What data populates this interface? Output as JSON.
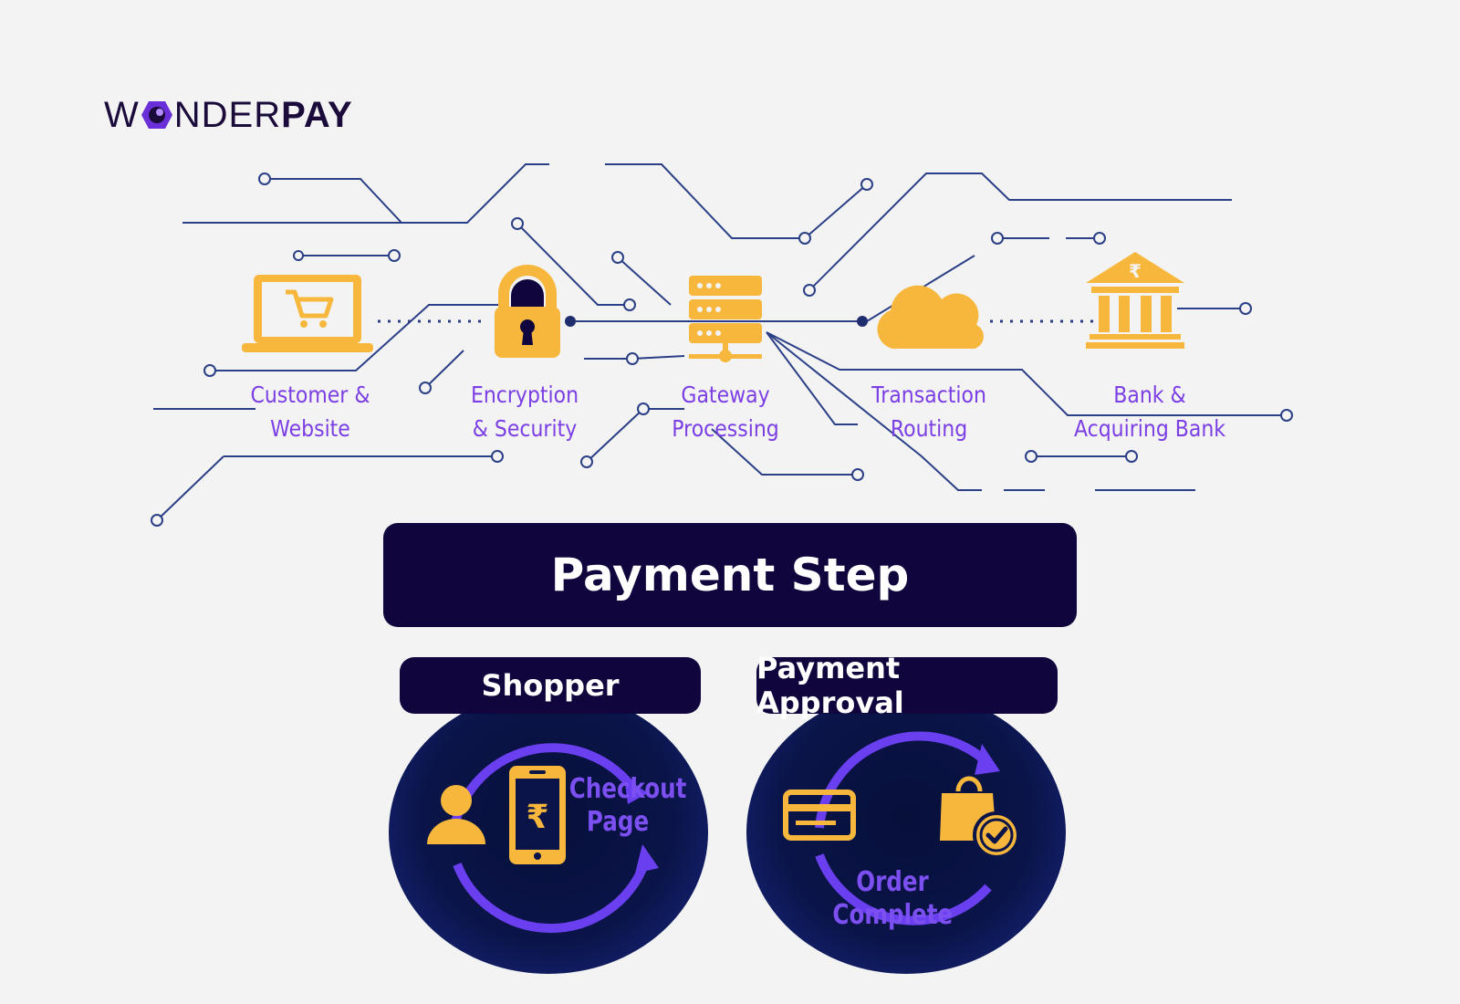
{
  "brand": {
    "logo_prefix": "W",
    "logo_middle": "NDER",
    "logo_suffix": "PAY",
    "primary_color": "#10063d",
    "accent_color": "#7b3fe4",
    "icon_color": "#f6b73c"
  },
  "flow": {
    "nodes": [
      {
        "label_line1": "Customer &",
        "label_line2": "Website",
        "icon": "laptop-cart-icon"
      },
      {
        "label_line1": "Encryption",
        "label_line2": "& Security",
        "icon": "padlock-icon"
      },
      {
        "label_line1": "Gateway",
        "label_line2": "Processing",
        "icon": "server-icon"
      },
      {
        "label_line1": "Transaction",
        "label_line2": "Routing",
        "icon": "cloud-icon"
      },
      {
        "label_line1": "Bank &",
        "label_line2": "Acquiring Bank",
        "icon": "bank-icon"
      }
    ]
  },
  "step": {
    "title": "Payment Step"
  },
  "stages": [
    {
      "pill": "Shopper",
      "text_line1": "Checkout",
      "text_line2": "Page",
      "icons": [
        "user-icon",
        "phone-rupee-icon"
      ]
    },
    {
      "pill": "Payment Approval",
      "text_line1": "Order",
      "text_line2": "Complete",
      "icons": [
        "credit-card-icon",
        "shopping-bag-check-icon"
      ]
    }
  ]
}
